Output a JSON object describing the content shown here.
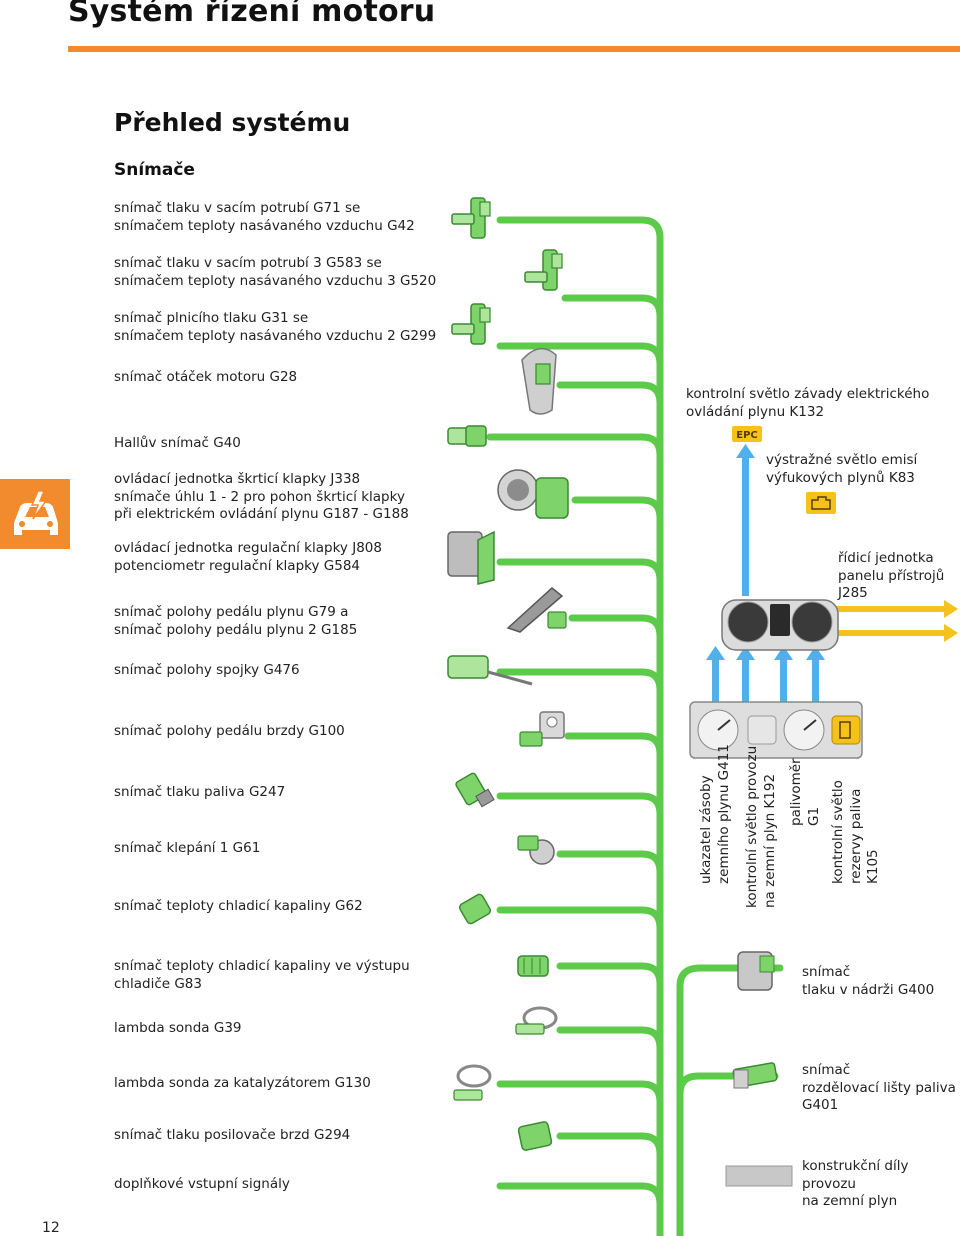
{
  "header": {
    "title": "Systém řízení motoru"
  },
  "section": {
    "title": "Přehled systému",
    "subtitle": "Snímače"
  },
  "sensors": [
    "snímač tlaku v sacím potrubí G71 se\nsnímačem teploty nasávaného vzduchu G42",
    "snímač tlaku v sacím potrubí 3 G583 se\nsnímačem teploty nasávaného vzduchu 3 G520",
    "snímač plnicího tlaku G31 se\nsnímačem teploty nasávaného vzduchu 2 G299",
    "snímač otáček motoru G28",
    "Hallův snímač G40",
    "ovládací jednotka škrticí klapky J338\nsnímače úhlu 1 - 2 pro pohon škrticí klapky\npři elektrickém ovládání plynu G187 - G188",
    "ovládací jednotka regulační klapky J808\npotenciometr regulační klapky G584",
    "snímač polohy pedálu plynu G79 a\nsnímač polohy pedálu plynu 2 G185",
    "snímač polohy spojky G476",
    "snímač polohy pedálu brzdy G100",
    "snímač tlaku paliva G247",
    "snímač klepání 1 G61",
    "snímač teploty chladicí kapaliny G62",
    "snímač teploty chladicí kapaliny ve výstupu\nchladiče G83",
    "lambda sonda G39",
    "lambda sonda za katalyzátorem G130",
    "snímač tlaku posilovače brzd G294",
    "doplňkové vstupní signály"
  ],
  "right_labels": {
    "k132": "kontrolní světlo závady elektrického\novládání plynu K132",
    "epc_badge": "EPC",
    "k83": "výstražné světlo emisí\nvýfukových plynů K83",
    "j285": "řídicí jednotka\npanelu přístrojů\nJ285",
    "g400": "snímač\ntlaku v nádrži G400",
    "g401": "snímač\nrozdělovací lišty paliva\nG401",
    "legend_gas": "konstrukční díly provozu\nna zemní plyn"
  },
  "vertical_labels": [
    "ukazatel zásoby\nzemního plynu G411",
    "kontrolní světlo provozu\nna zemní plyn K192",
    "palivoměr\nG1",
    "kontrolní světlo\nrezervy paliva K105"
  ],
  "colors": {
    "accent_orange": "#f28a2e",
    "bus_green": "#5ccb4a",
    "signal_blue": "#4fb0ec",
    "signal_yellow": "#f4c21b",
    "gas_grey": "#c8c8c8"
  },
  "icons": [
    "car-lightning-icon",
    "epc-warning-icon",
    "engine-warning-icon",
    "fuel-pump-icon"
  ],
  "footer": {
    "page_number": "12"
  }
}
